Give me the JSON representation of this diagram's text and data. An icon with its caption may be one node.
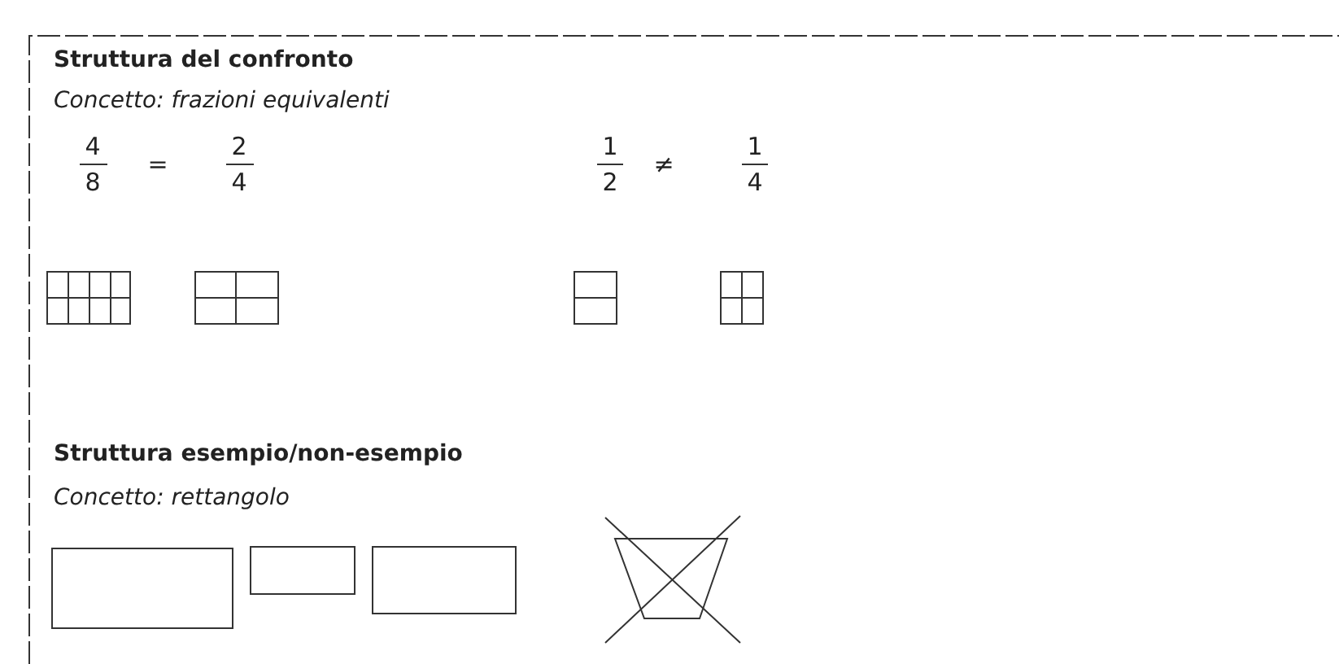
{
  "diagram": {
    "labels": [
      "Struttura del confronto",
      "Concetto: frazioni equivalenti",
      "4",
      "8",
      "=",
      "2",
      "4",
      "1",
      "2",
      "≠",
      "1",
      "4",
      "Struttura esempio/non-esempio",
      "Concetto: rettangolo"
    ]
  }
}
